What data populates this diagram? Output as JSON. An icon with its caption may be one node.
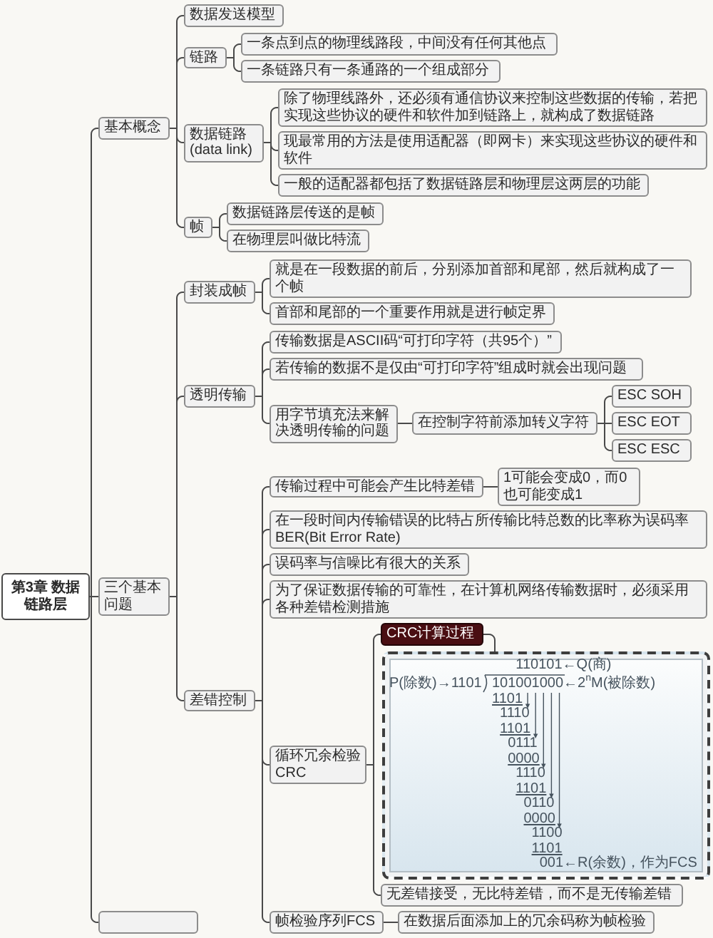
{
  "diagram": {
    "nodes": [
      {
        "text": [
          "第3章 数据链路层"
        ]
      },
      {
        "text": [
          "基本概念"
        ]
      },
      {
        "text": [
          "数据发送模型"
        ]
      },
      {
        "text": [
          "链路"
        ]
      },
      {
        "text": [
          "一条点到点的物理线路段，中间没有任何其他点"
        ]
      },
      {
        "text": [
          "一条链路只有一条通路的一个组成部分"
        ]
      },
      {
        "text": [
          "数据链路(data link)"
        ]
      },
      {
        "text": [
          "除了物理线路外，还必须有通信协议来控制这些数据的传输，若把实现这些协议的硬件和软件加到链路上，就构成了数据链路"
        ]
      },
      {
        "text": [
          "现最常用的方法是使用适配器（即网卡）来实现这些协议的硬件和软件"
        ]
      },
      {
        "text": [
          "一般的适配器都包括了数据链路层和物理层这两层的功能"
        ]
      },
      {
        "text": [
          "帧"
        ]
      },
      {
        "text": [
          "数据链路层传送的是帧"
        ]
      },
      {
        "text": [
          "在物理层叫做比特流"
        ]
      },
      {
        "text": [
          "三个基本问题"
        ]
      },
      {
        "text": [
          "封装成帧"
        ]
      },
      {
        "text": [
          "就是在一段数据的前后，分别添加首部和尾部，然后就构成了一个帧"
        ]
      },
      {
        "text": [
          "首部和尾部的一个重要作用就是进行帧定界"
        ]
      },
      {
        "text": [
          "透明传输"
        ]
      },
      {
        "text": [
          "传输数据是ASCII码“可打印字符（共95个）”"
        ]
      },
      {
        "text": [
          "若传输的数据不是仅由“可打印字符”组成时就会出现问题"
        ]
      },
      {
        "text": [
          "用字节填充法来解决透明传输的问题"
        ]
      },
      {
        "text": [
          "在控制字符前添加转义字符"
        ]
      },
      {
        "text": [
          "ESC SOH"
        ]
      },
      {
        "text": [
          "ESC EOT"
        ]
      },
      {
        "text": [
          "ESC ESC"
        ]
      },
      {
        "text": [
          "差错控制"
        ]
      },
      {
        "text": [
          "传输过程中可能会产生比特差错"
        ]
      },
      {
        "text": [
          "1可能会变成0，而0也可能变成1"
        ]
      },
      {
        "text": [
          "在一段时间内传输错误的比特占所传输比特总数的比率称为误码率BER(Bit Error Rate)"
        ]
      },
      {
        "text": [
          "误码率与信噪比有很大的关系"
        ]
      },
      {
        "text": [
          "为了保证数据传输的可靠性，在计算机网络传输数据时，必须采用各种差错检测措施"
        ]
      },
      {
        "text": [
          "循环冗余检验CRC"
        ]
      },
      {
        "text": [
          "CRC计算过程"
        ]
      },
      {
        "text": [
          "110101←Q(商)",
          "P(除数)→1101",
          "101001000←2$^{n}$M(被除数)",
          "1101",
          "1110",
          "1101",
          "0111",
          "0000",
          "1110",
          "1101",
          "0110",
          "0000",
          "1100",
          "1101",
          "001←R(余数)，作为FCS"
        ]
      },
      {
        "text": [
          "无差错接受，无比特差错，而不是无传输差错"
        ]
      },
      {
        "text": [
          "帧检验序列FCS"
        ]
      },
      {
        "text": [
          "在数据后面添加上的冗余码称为帧检验"
        ]
      },
      {
        "text": [],
        "shape": "box"
      }
    ],
    "edges": [
      {
        "from": 0,
        "to": 1,
        "arrow": "none"
      },
      {
        "from": 1,
        "to": 2,
        "arrow": "none"
      },
      {
        "from": 1,
        "to": 3,
        "arrow": "none"
      },
      {
        "from": 3,
        "to": 4,
        "arrow": "none"
      },
      {
        "from": 3,
        "to": 5,
        "arrow": "none"
      },
      {
        "from": 1,
        "to": 6,
        "arrow": "none"
      },
      {
        "from": 6,
        "to": 7,
        "arrow": "none"
      },
      {
        "from": 6,
        "to": 8,
        "arrow": "none"
      },
      {
        "from": 6,
        "to": 9,
        "arrow": "none"
      },
      {
        "from": 1,
        "to": 10,
        "arrow": "none"
      },
      {
        "from": 10,
        "to": 11,
        "arrow": "none"
      },
      {
        "from": 10,
        "to": 12,
        "arrow": "none"
      },
      {
        "from": 0,
        "to": 13,
        "arrow": "none"
      },
      {
        "from": 13,
        "to": 14,
        "arrow": "none"
      },
      {
        "from": 14,
        "to": 15,
        "arrow": "none"
      },
      {
        "from": 14,
        "to": 16,
        "arrow": "none"
      },
      {
        "from": 13,
        "to": 17,
        "arrow": "none"
      },
      {
        "from": 17,
        "to": 18,
        "arrow": "none"
      },
      {
        "from": 17,
        "to": 19,
        "arrow": "none"
      },
      {
        "from": 17,
        "to": 20,
        "arrow": "none"
      },
      {
        "from": 20,
        "to": 21,
        "arrow": "none"
      },
      {
        "from": 21,
        "to": 22,
        "arrow": "none"
      },
      {
        "from": 21,
        "to": 23,
        "arrow": "none"
      },
      {
        "from": 21,
        "to": 24,
        "arrow": "none"
      },
      {
        "from": 13,
        "to": 25,
        "arrow": "none"
      },
      {
        "from": 25,
        "to": 26,
        "arrow": "none"
      },
      {
        "from": 26,
        "to": 27,
        "arrow": "none"
      },
      {
        "from": 25,
        "to": 28,
        "arrow": "none"
      },
      {
        "from": 25,
        "to": 29,
        "arrow": "none"
      },
      {
        "from": 25,
        "to": 30,
        "arrow": "none"
      },
      {
        "from": 25,
        "to": 31,
        "arrow": "none"
      },
      {
        "from": 31,
        "to": 32,
        "arrow": "none"
      },
      {
        "from": 32,
        "to": 33,
        "arrow": "none"
      },
      {
        "from": 31,
        "to": 34,
        "arrow": "none"
      },
      {
        "from": 25,
        "to": 35,
        "arrow": "none"
      },
      {
        "from": 35,
        "to": 36,
        "arrow": "none"
      },
      {
        "from": 0,
        "to": 37,
        "arrow": "none"
      }
    ]
  }
}
